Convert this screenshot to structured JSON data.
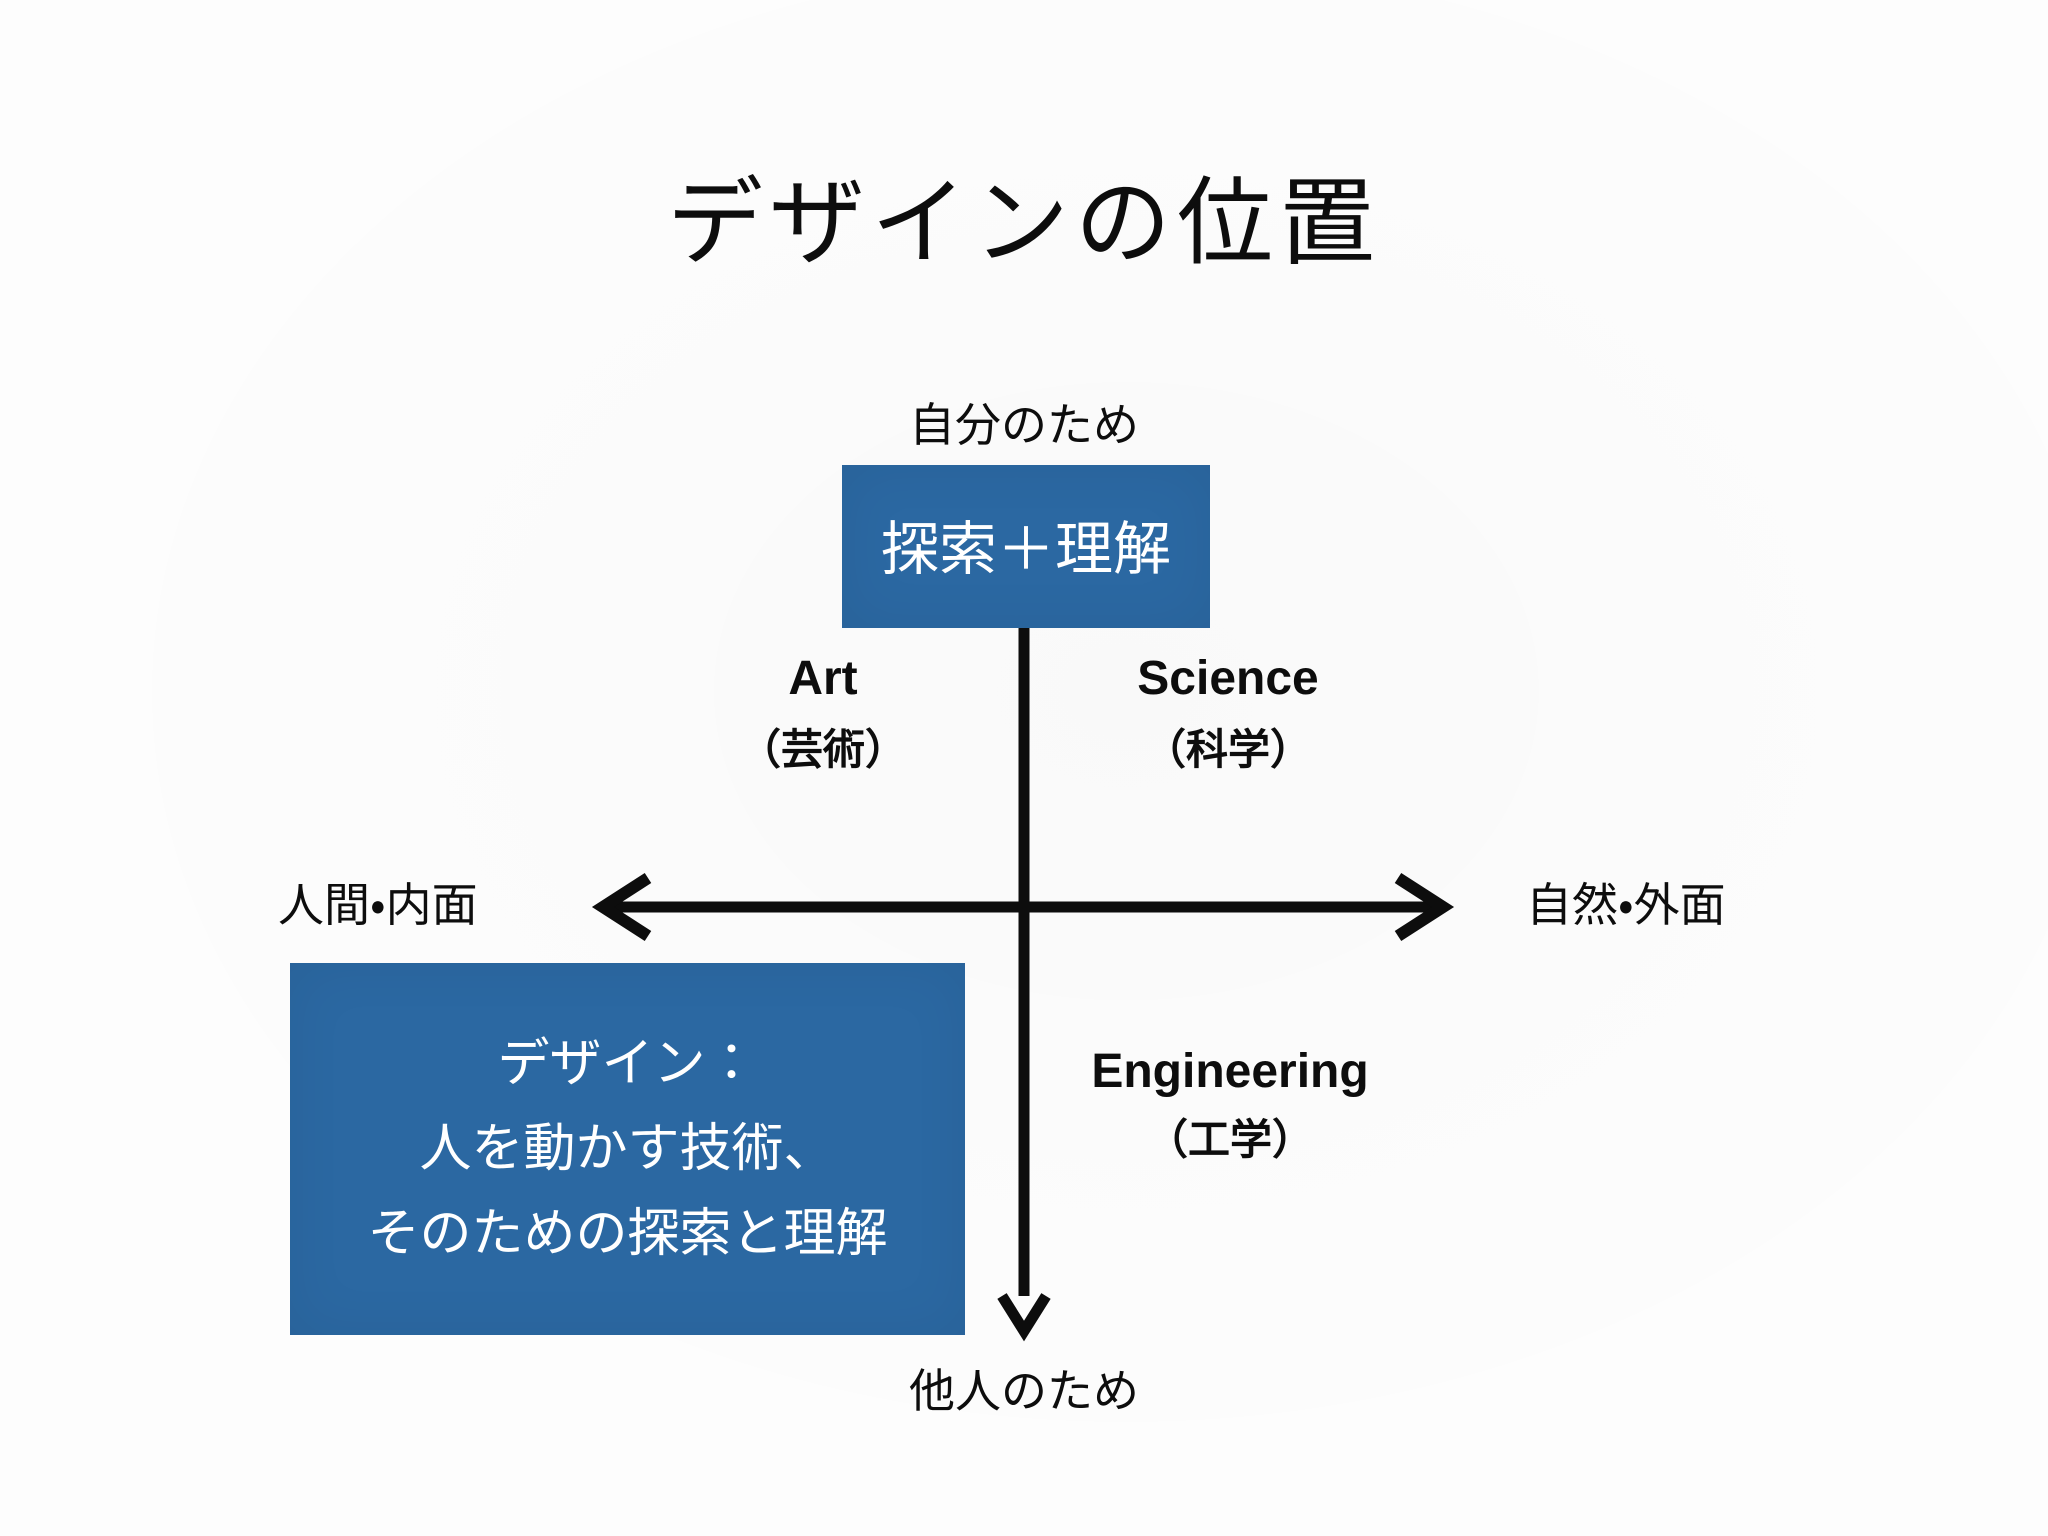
{
  "slide": {
    "title": "デザインの位置",
    "axes": {
      "top_label": "自分のため",
      "bottom_label": "他人のため",
      "left_label": "人間・内面",
      "right_label": "自然・外面"
    },
    "quadrants": {
      "art": {
        "en": "Art",
        "ja": "（芸術）"
      },
      "science": {
        "en": "Science",
        "ja": "（科学）"
      },
      "engineering": {
        "en": "Engineering",
        "ja": "（工学）"
      }
    },
    "boxes": {
      "exploration": {
        "label": "探索＋理解"
      },
      "design": {
        "line1": "デザイン：",
        "line2": "人を動かす技術、",
        "line3": "そのための探索と理解"
      }
    },
    "colors": {
      "box_blue": "#2b68a2",
      "line_black": "#0d0d0d",
      "background": "#fdfdfd",
      "box_text": "#ffffff"
    }
  }
}
